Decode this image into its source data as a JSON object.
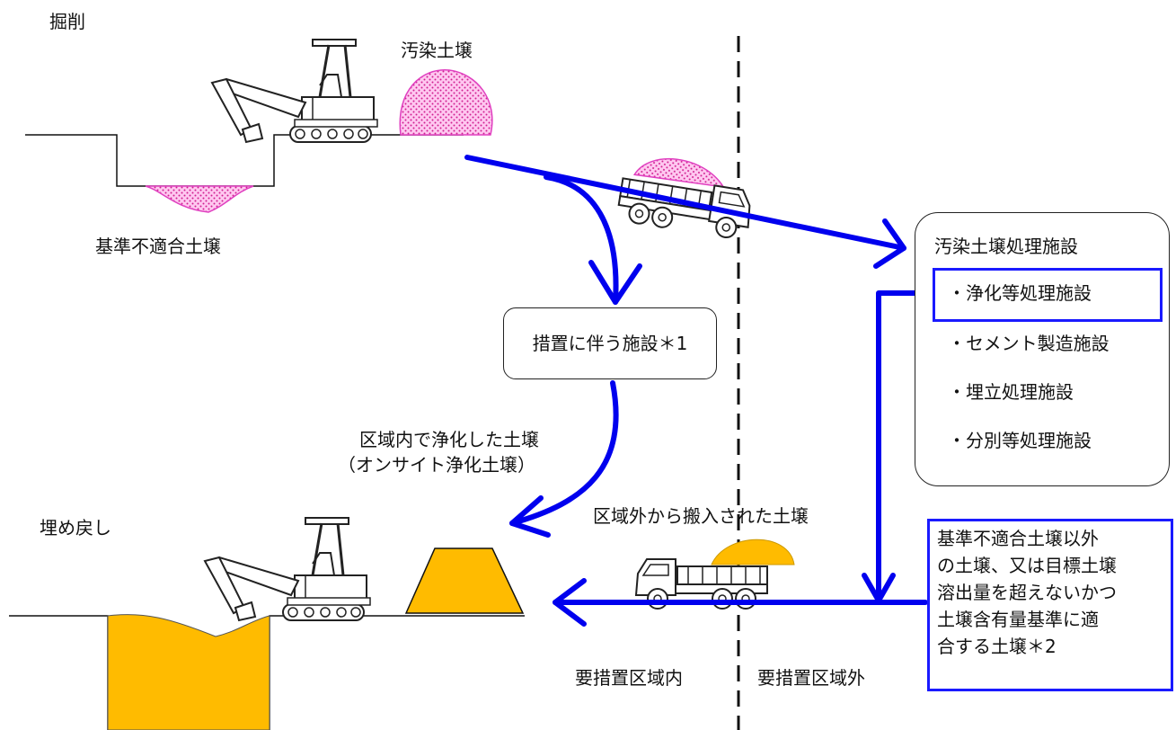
{
  "colors": {
    "arrow": "#0000ee",
    "contaminated_fill": "#ff80e0",
    "clean_soil": "#ffbb00",
    "box_border": "#1a1aff",
    "line": "#222222"
  },
  "labels": {
    "excavation": "掘削",
    "contaminated_soil": "汚染土壌",
    "nonconforming_soil": "基準不適合土壌",
    "backfill": "埋め戻し",
    "onsite_purified_line1": "区域内で浄化した土壌",
    "onsite_purified_line2": "（オンサイト浄化土壌）",
    "brought_in_soil": "区域外から搬入された土壌",
    "inside_zone": "要措置区域内",
    "outside_zone": "要措置区域外"
  },
  "measure_facility": "措置に伴う施設＊1",
  "treatment_facilities": {
    "title": "汚染土壌処理施設",
    "items": [
      "・浄化等処理施設",
      "・セメント製造施設",
      "・埋立処理施設",
      "・分別等処理施設"
    ]
  },
  "soil_note": {
    "lines": [
      "基準不適合土壌以外",
      "の土壌、又は目標土壌",
      "溶出量を超えないかつ",
      "土壌含有量基準に適",
      "合する土壌＊2"
    ]
  },
  "icons": [
    "excavator-icon",
    "dump-truck-icon"
  ]
}
